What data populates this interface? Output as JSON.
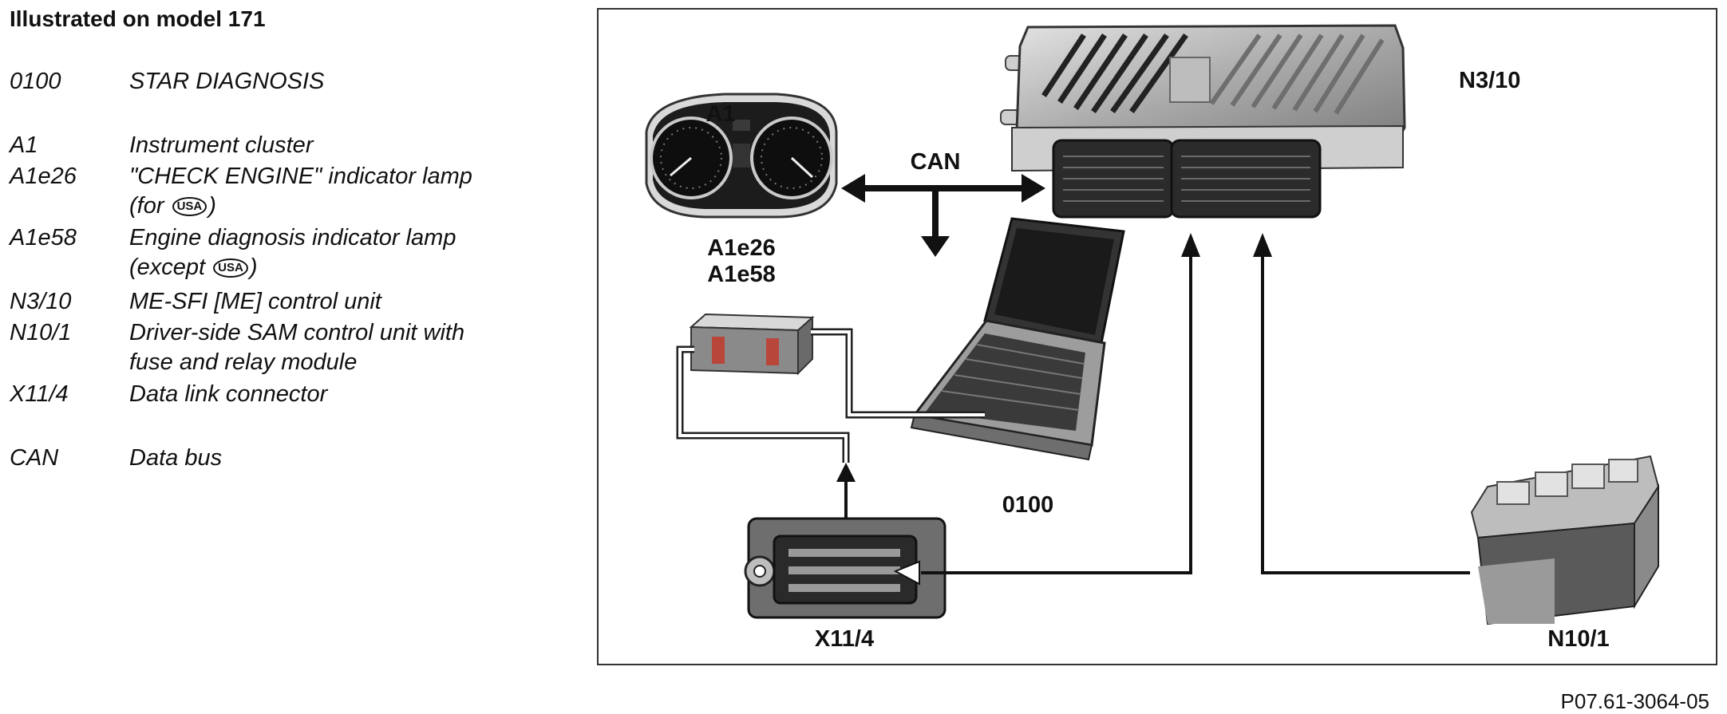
{
  "legend": {
    "title": "Illustrated on model 171",
    "items": [
      {
        "code": "0100",
        "desc": "STAR DIAGNOSIS"
      },
      {
        "code": "A1",
        "desc": "Instrument cluster"
      },
      {
        "code": "A1e26",
        "desc": "\"CHECK ENGINE\" indicator lamp",
        "desc2_prefix": "(for",
        "desc2_badge": "USA",
        "desc2_suffix": ")"
      },
      {
        "code": "A1e58",
        "desc": "Engine diagnosis indicator lamp",
        "desc2_prefix": "(except",
        "desc2_badge": "USA",
        "desc2_suffix": ")"
      },
      {
        "code": "N3/10",
        "desc": "ME-SFI [ME] control unit"
      },
      {
        "code": "N10/1",
        "desc": "Driver-side SAM control unit with",
        "desc2": "fuse and relay module"
      },
      {
        "code": "X11/4",
        "desc": "Data link connector"
      },
      {
        "code": "CAN",
        "desc": "Data bus"
      }
    ]
  },
  "diagram": {
    "labels": {
      "a1": "A1",
      "can": "CAN",
      "a1e26": "A1e26",
      "a1e58": "A1e58",
      "n3_10": "N3/10",
      "d0100": "0100",
      "x11_4": "X11/4",
      "n10_1": "N10/1"
    },
    "colors": {
      "line": "#111111",
      "metal": "#9a9a9a",
      "dark": "#2a2a2a",
      "light": "#d6d6d6"
    }
  },
  "figure_id": "P07.61-3064-05"
}
